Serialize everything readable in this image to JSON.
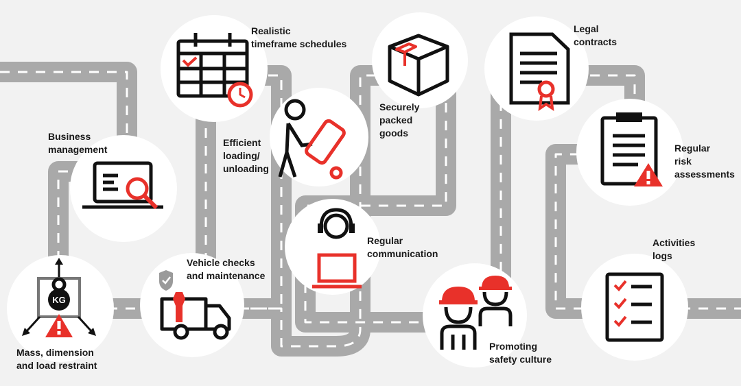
{
  "steps": {
    "business_management": "Business\nmanagement",
    "timeframe_schedules": "Realistic\ntimeframe schedules",
    "loading_unloading": "Efficient\nloading/\nunloading",
    "packed_goods": "Securely\npacked\ngoods",
    "legal_contracts": "Legal\ncontracts",
    "risk_assessments": "Regular\nrisk\nassessments",
    "regular_communication": "Regular\ncommunication",
    "activities_logs": "Activities\nlogs",
    "vehicle_checks": "Vehicle checks\nand maintenance",
    "safety_culture": "Promoting\nsafety culture",
    "mass_dimension": "Mass, dimension\nand load restraint"
  },
  "icon_text": {
    "kg": "KG"
  },
  "colors": {
    "accent": "#e8312a",
    "ink": "#111111",
    "road": "#a9a9a9",
    "circle": "#ffffff",
    "background": "#f2f2f2"
  }
}
